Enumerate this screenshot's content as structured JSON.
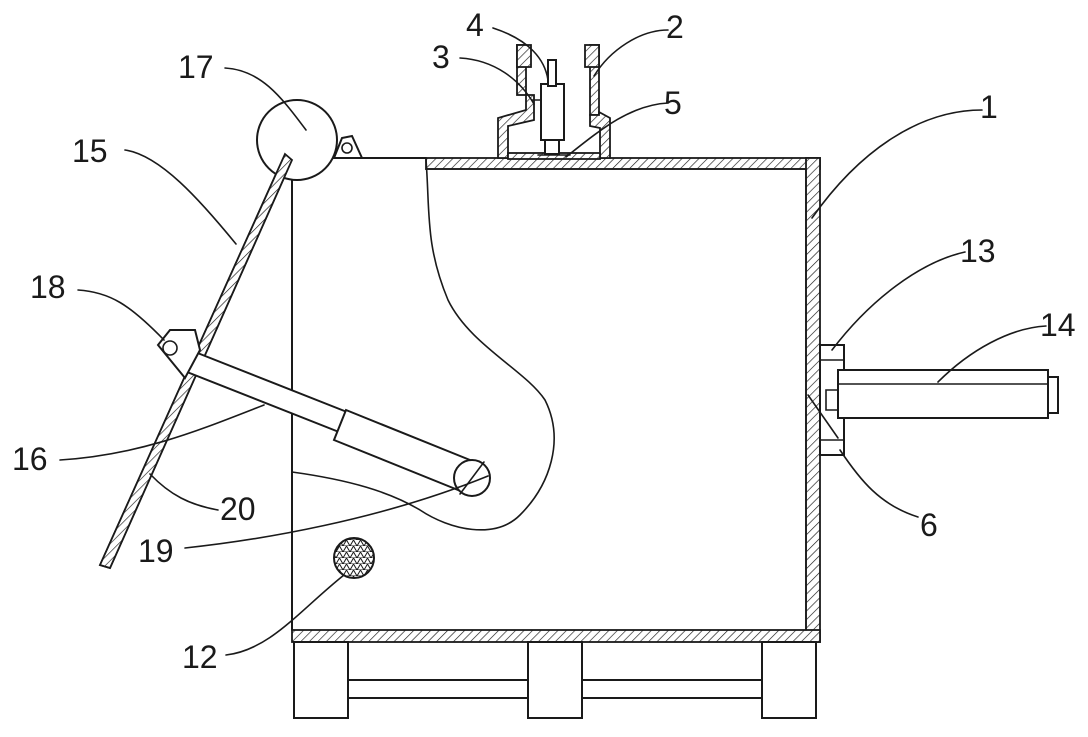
{
  "callouts": [
    {
      "id": "1",
      "text": "1"
    },
    {
      "id": "2",
      "text": "2"
    },
    {
      "id": "3",
      "text": "3"
    },
    {
      "id": "4",
      "text": "4"
    },
    {
      "id": "5",
      "text": "5"
    },
    {
      "id": "6",
      "text": "6"
    },
    {
      "id": "12",
      "text": "12"
    },
    {
      "id": "13",
      "text": "13"
    },
    {
      "id": "14",
      "text": "14"
    },
    {
      "id": "15",
      "text": "15"
    },
    {
      "id": "16",
      "text": "16"
    },
    {
      "id": "17",
      "text": "17"
    },
    {
      "id": "18",
      "text": "18"
    },
    {
      "id": "19",
      "text": "19"
    },
    {
      "id": "20",
      "text": "20"
    }
  ],
  "colors": {
    "line": "#1a1a1a",
    "background": "#ffffff"
  }
}
